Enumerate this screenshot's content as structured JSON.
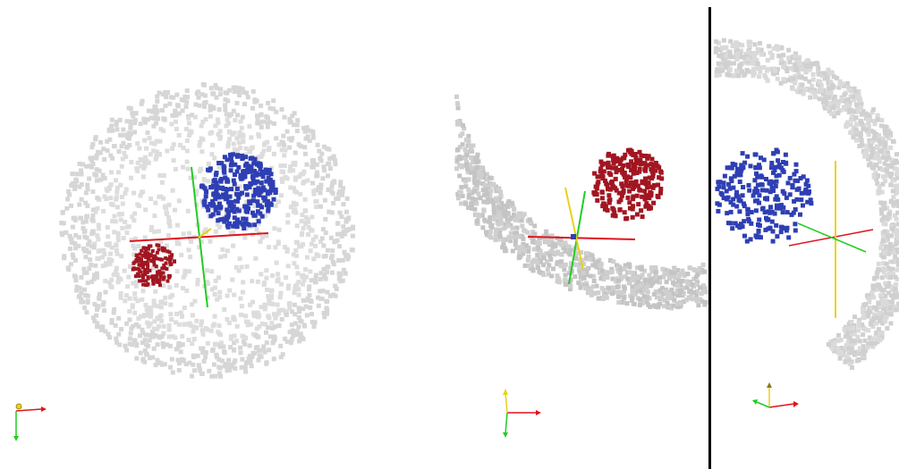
{
  "colors": {
    "background": "#ffffff",
    "container_near": "#c8c8c8",
    "container_far": "#dedede",
    "blue_cloud": "#2e3fb3",
    "red_cloud": "#a11621",
    "x_axis": "#e0141e",
    "y_axis": "#e8d21a",
    "z_axis": "#22cc22",
    "divider": "#000000"
  },
  "viewports": [
    {
      "view": "front",
      "objects": [
        "spherical-shell-point-cloud",
        "blue-sphere-point-cloud",
        "red-sphere-point-cloud",
        "center-axes",
        "orientation-triad"
      ]
    },
    {
      "view": "oblique",
      "objects": [
        "shell-arc-point-cloud",
        "red-sphere-point-cloud",
        "center-axes",
        "orientation-triad"
      ]
    },
    {
      "view": "side",
      "objects": [
        "shell-arc-point-cloud",
        "blue-sphere-point-cloud",
        "center-axes",
        "orientation-triad"
      ]
    }
  ]
}
